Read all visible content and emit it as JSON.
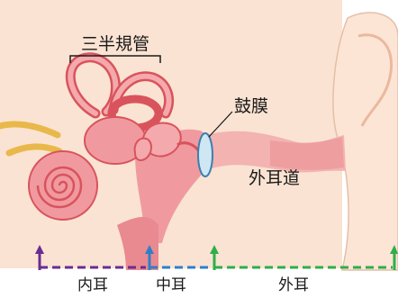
{
  "labels": {
    "semicircular_canals": "三半規管",
    "eardrum": "鼓膜",
    "ear_canal": "外耳道"
  },
  "regions": [
    {
      "label": "内耳",
      "color": "#6a2c91"
    },
    {
      "label": "中耳",
      "color": "#2f7fc8"
    },
    {
      "label": "外耳",
      "color": "#2fae4a"
    }
  ],
  "colors": {
    "background": "#fae3d2",
    "tissue_pink": "#f09aa0",
    "tissue_dark": "#d9535c",
    "nerve": "#e8b84a",
    "eardrum": "#cfe6f3"
  }
}
